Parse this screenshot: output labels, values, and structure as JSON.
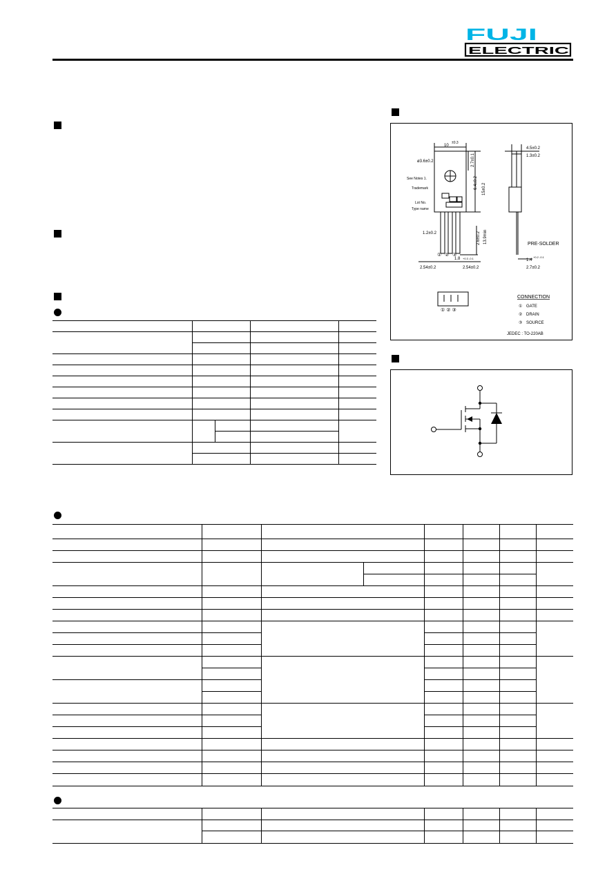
{
  "brand": {
    "line1": "FUJI",
    "line2": "ELECTRIC",
    "color_top": "#00b4e6",
    "color_bottom": "#000000"
  },
  "outline": {
    "dims": {
      "width_top": "10",
      "width_top_tol": "±0.3",
      "hole": "ø3.6±0.2",
      "d27": "2.7±0.1",
      "d64": "6.4±0.2",
      "d15": "15±0.2",
      "d26": "2.6±0.2",
      "d139": "13.9min",
      "d12": "1.2±0.2",
      "d18": "1.8",
      "d18_tol": "+0.3 -0.1",
      "pitch1": "2.54±0.2",
      "pitch2": "2.54±0.2",
      "d45": "4.5±0.2",
      "d13": "1.3±0.2",
      "d14": "1.4",
      "d14_tol": "+0.2 -0.1",
      "d27b": "2.7±0.2"
    },
    "labels": {
      "see_notes": "See Notes 1.",
      "trademark": "Trademark",
      "lot": "Lot No.",
      "type": "Type name",
      "pre_solder": "PRE-SOLDER",
      "p1": "①",
      "p2": "②",
      "p3": "③"
    },
    "connection": {
      "title": "CONNECTION",
      "pins": [
        {
          "num": "①",
          "name": "GATE"
        },
        {
          "num": "②",
          "name": "DRAIN"
        },
        {
          "num": "③",
          "name": "SOURCE"
        }
      ]
    },
    "jedec": "JEDEC : TO-220AB",
    "bottom_pins": "① ② ③"
  }
}
